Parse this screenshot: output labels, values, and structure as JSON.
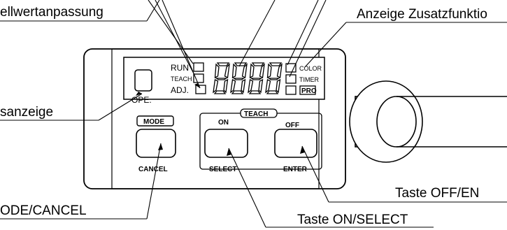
{
  "callouts": {
    "threshold_adjust": "ellwertanpassung",
    "extra_function_display": "Anzeige Zusatzfunktio",
    "operation_display": "sanzeige",
    "mode_cancel_key": "ODE/CANCEL",
    "on_select_key": "Taste ON/SELECT",
    "off_enter_key": "Taste OFF/EN"
  },
  "panel": {
    "indicators": {
      "run": "RUN",
      "teach": "TEACH",
      "adj": "ADJ.",
      "color": "COLOR",
      "timer": "TIMER",
      "pro": "PRO",
      "ope": "OPE."
    },
    "display_value": "8888",
    "mode_label": "MODE",
    "cancel_label": "CANCEL",
    "teach_label": "TEACH",
    "on_label": "ON",
    "off_label": "OFF",
    "select_label": "SELECT",
    "enter_label": "ENTER"
  }
}
